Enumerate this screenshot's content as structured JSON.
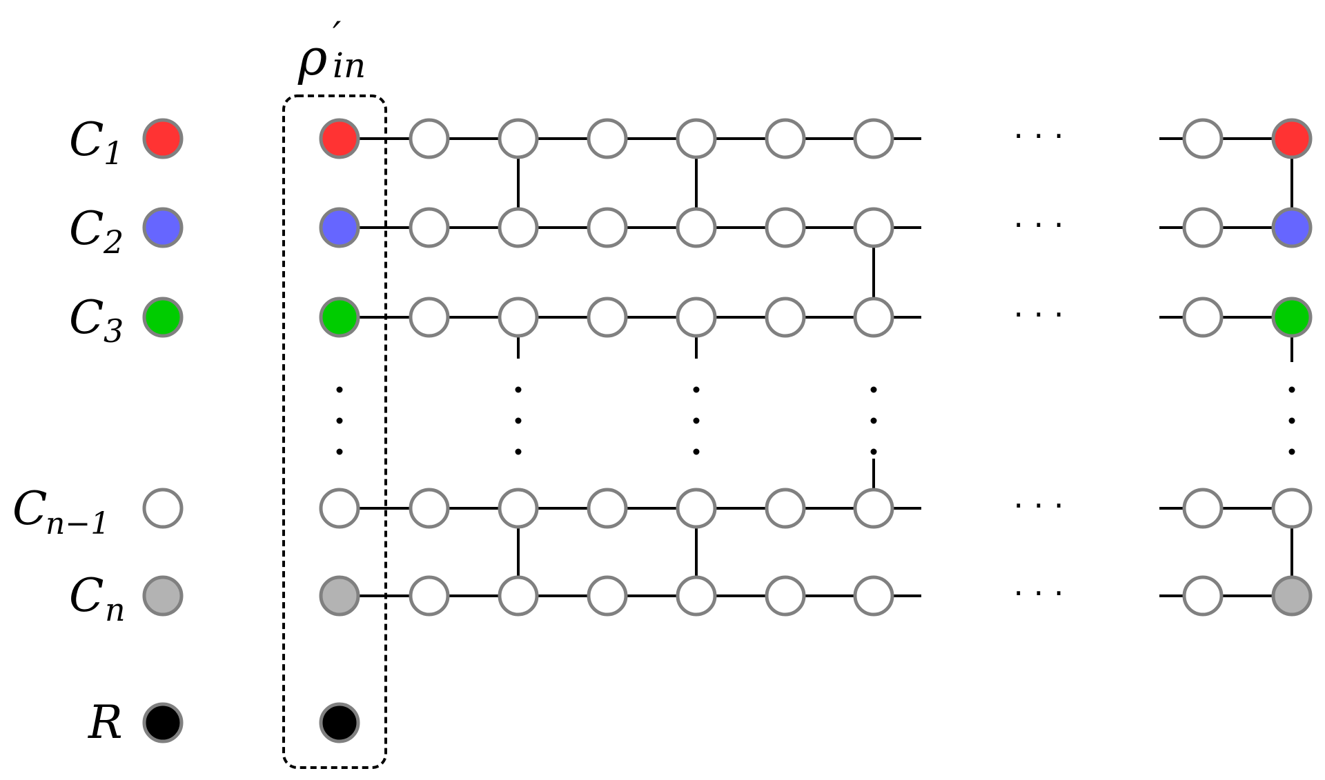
{
  "title_label": {
    "base": "ρ",
    "prime": "′",
    "sub": "in"
  },
  "rows": [
    {
      "id": "c1",
      "label": "C",
      "sub": "1",
      "color": "#ff3333"
    },
    {
      "id": "c2",
      "label": "C",
      "sub": "2",
      "color": "#6666ff"
    },
    {
      "id": "c3",
      "label": "C",
      "sub": "3",
      "color": "#00cc00"
    },
    {
      "id": "cn-1",
      "label": "C",
      "sub": "n−1",
      "color": "#ffffff"
    },
    {
      "id": "cn",
      "label": "C",
      "sub": "n",
      "color": "#b3b3b3"
    },
    {
      "id": "r",
      "label": "R",
      "sub": "",
      "color": "#000000"
    }
  ],
  "colors": {
    "node_stroke": "#808080",
    "empty_node": "#ffffff",
    "edge": "#000000",
    "box": "#000000"
  },
  "ellipsis": "· · ·",
  "vdots": "⋮"
}
